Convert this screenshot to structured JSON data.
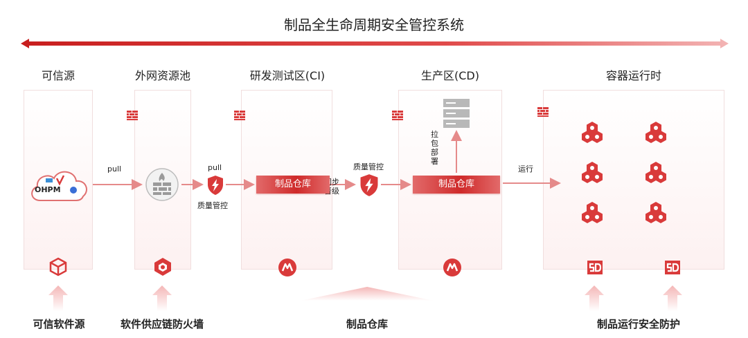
{
  "title": "制品全生命周期安全管控系统",
  "zones": {
    "trusted_source": "可信源",
    "external_pool": "外网资源池",
    "ci": "研发测试区(CI)",
    "cd": "生产区(CD)",
    "runtime": "容器运行时"
  },
  "source": {
    "cloud_text": "OHPM"
  },
  "flow": {
    "pull_1": "pull",
    "pull_2": "pull",
    "quality_gate_1": "质量管控",
    "quality_gate_2": "质量管控",
    "sync_promote_1": "同步",
    "sync_promote_2": "晋级",
    "deploy_chars": [
      "拉",
      "包",
      "部",
      "署"
    ],
    "run": "运行"
  },
  "repos": {
    "ci_repo": "制品仓库",
    "cd_repo": "制品仓库"
  },
  "bottom": {
    "trusted_software_source": "可信软件源",
    "supply_chain_firewall": "软件供应链防火墙",
    "artifact_repository": "制品仓库",
    "runtime_protection": "制品运行安全防护"
  },
  "colors": {
    "accent": "#d93a3a",
    "accent_light": "#f4b6b6",
    "panel_bg": "#fdf1f1",
    "arrow": "#e58a8a"
  },
  "icons": [
    "cube-icon",
    "hexagon-gear-icon",
    "artifact-logo-icon",
    "brick-wall-icon",
    "shield-lightning-icon",
    "server-icon",
    "container-cluster-icon",
    "sd-logo-icon",
    "firewall-circle-icon",
    "cloud-icon"
  ]
}
